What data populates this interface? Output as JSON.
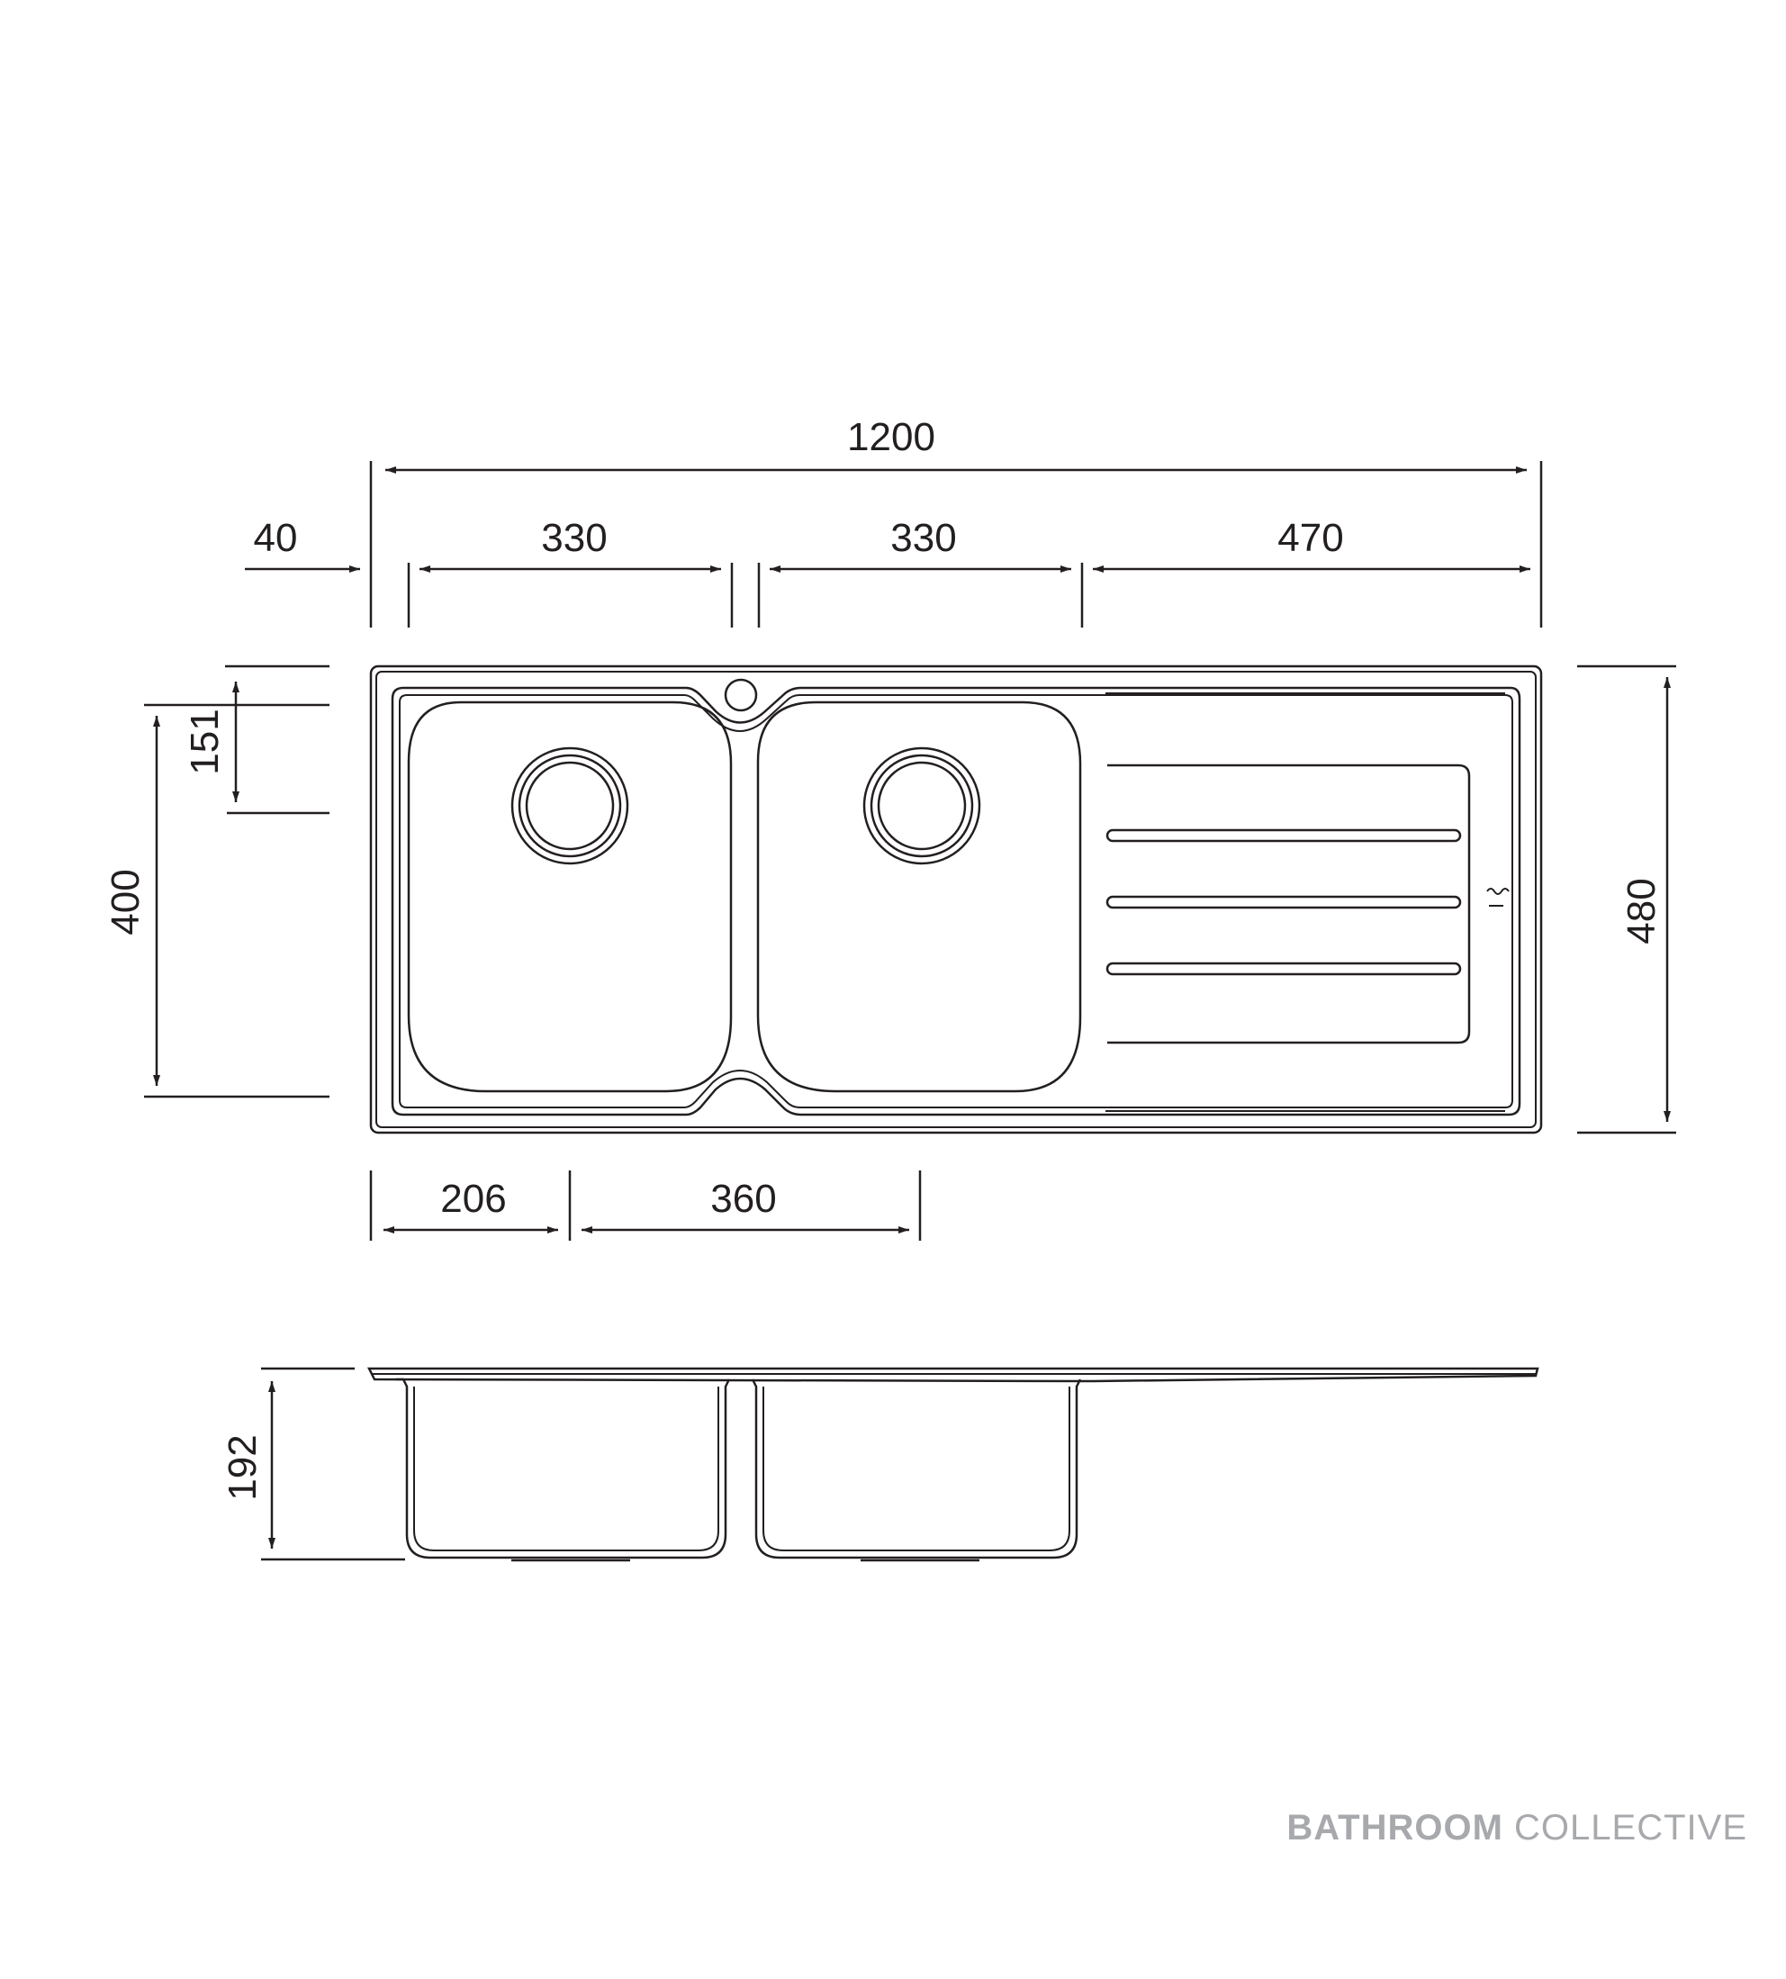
{
  "dimensions": {
    "overall_width": "1200",
    "tap_offset": "40",
    "bowl_left_width": "330",
    "bowl_right_width": "330",
    "drainer_width": "470",
    "tap_hole_depth": "151",
    "bowl_length": "400",
    "overall_depth": "480",
    "waste_left_offset": "206",
    "waste_spacing": "360",
    "bowl_depth": "192"
  },
  "brand": {
    "name_bold": "BATHROOM",
    "name_light": "COLLECTIVE"
  },
  "colors": {
    "line": "#231f20",
    "brand_text": "#a7a9ac"
  }
}
